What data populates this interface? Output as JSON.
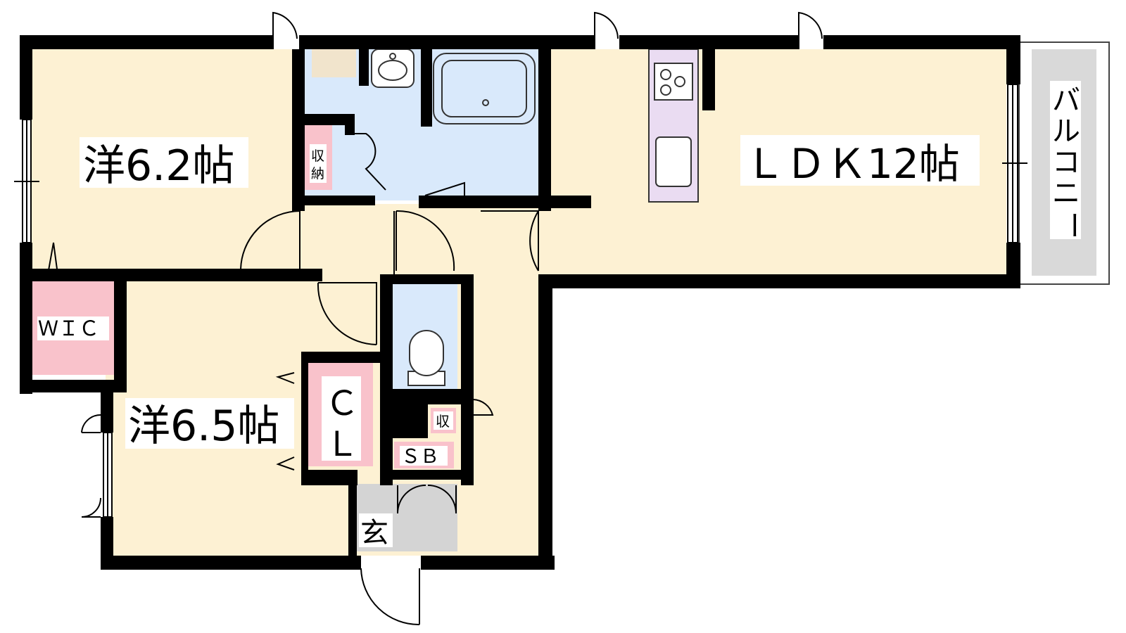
{
  "rooms": {
    "western_room_1": "洋6.2帖",
    "western_room_2": "洋6.5帖",
    "ldk": "ＬＤＫ12帖",
    "wic": "ＷＩＣ",
    "closet_c": "Ｃ",
    "closet_l": "Ｌ",
    "storage_top": "収",
    "storage_bottom": "納",
    "small_storage": "収",
    "shoe_box": "ＳＢ",
    "entrance": "玄"
  },
  "balcony": [
    "バ",
    "ル",
    "コ",
    "ニ",
    "ー"
  ],
  "colors": {
    "room_floor": "#fdf1d3",
    "wet_area": "#d9e9fb",
    "storage": "#f9c2cb",
    "kitchen": "#eadcf2",
    "balcony": "#d9d9d9",
    "entrance": "#d4d4d4",
    "wall": "#000000"
  }
}
